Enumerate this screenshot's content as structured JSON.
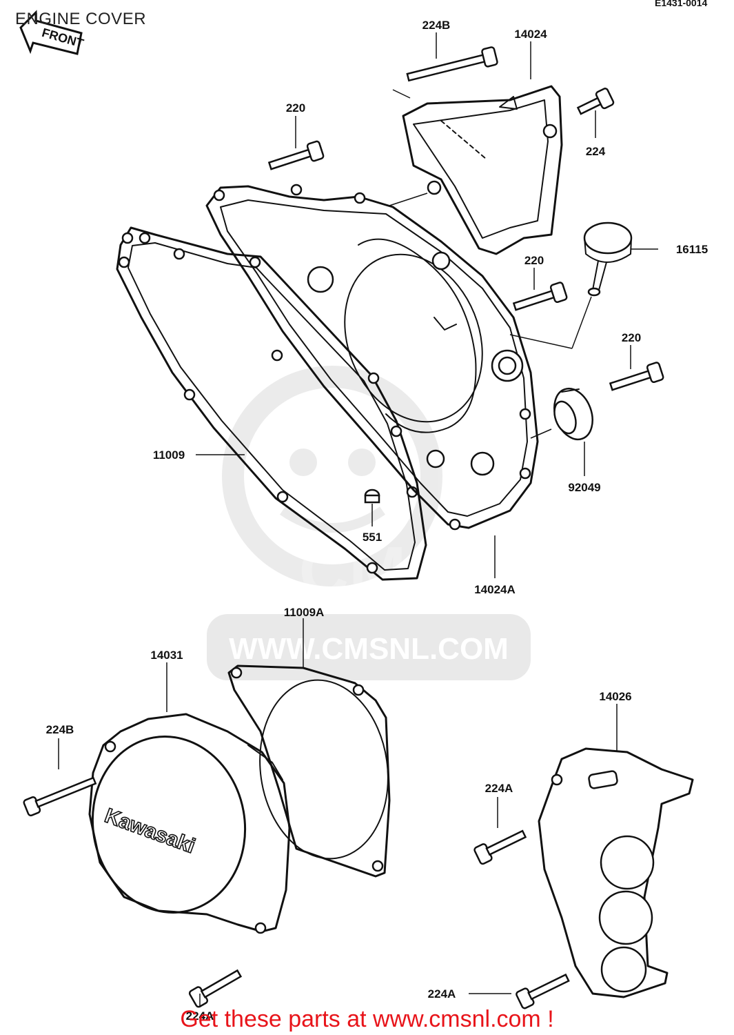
{
  "header": {
    "title": "ENGINE COVER",
    "reference_code": "E1431-0014",
    "front_indicator": "FRONT"
  },
  "watermark": {
    "brand": "CMS",
    "url": "WWW.CMSNL.COM"
  },
  "cover_branding": "Kawasaki",
  "parts": [
    {
      "id": "224B-top",
      "label": "224B"
    },
    {
      "id": "14024",
      "label": "14024"
    },
    {
      "id": "220-top",
      "label": "220"
    },
    {
      "id": "224",
      "label": "224"
    },
    {
      "id": "16115",
      "label": "16115"
    },
    {
      "id": "220-mid",
      "label": "220"
    },
    {
      "id": "220-right",
      "label": "220"
    },
    {
      "id": "11009",
      "label": "11009"
    },
    {
      "id": "92049",
      "label": "92049"
    },
    {
      "id": "551",
      "label": "551"
    },
    {
      "id": "14024A",
      "label": "14024A"
    },
    {
      "id": "11009A",
      "label": "11009A"
    },
    {
      "id": "14031",
      "label": "14031"
    },
    {
      "id": "14026",
      "label": "14026"
    },
    {
      "id": "224B-left",
      "label": "224B"
    },
    {
      "id": "224A-mid",
      "label": "224A"
    },
    {
      "id": "224A-bottom-right",
      "label": "224A"
    },
    {
      "id": "224A-bottom-left",
      "label": "224A"
    }
  ],
  "footer": {
    "link_text": "Get these parts at www.cmsnl.com !"
  }
}
